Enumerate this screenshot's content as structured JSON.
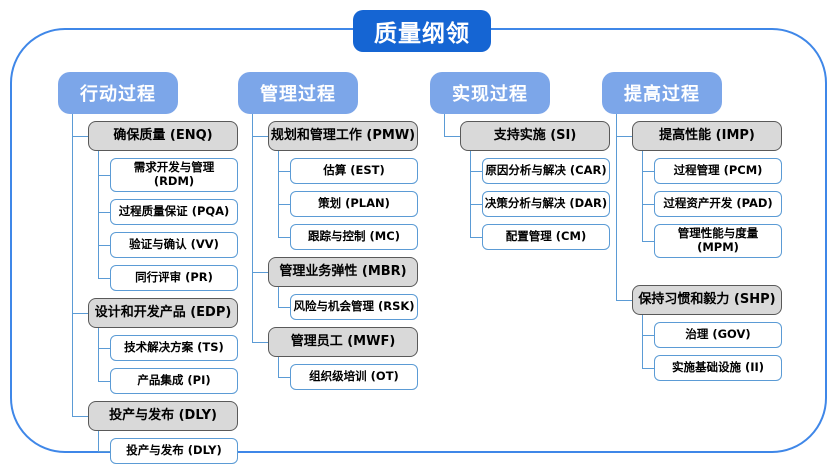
{
  "title": "质量纲领",
  "colors": {
    "title_bg": "#1565d3",
    "header_bg": "#7ca6e9",
    "gray_fill": "#d9d9d9",
    "gray_border": "#595959",
    "leaf_border": "#5b9bd5",
    "line": "#5b9bd5",
    "frame_border": "#3f87e8"
  },
  "columns": [
    {
      "header": "行动过程",
      "groups": [
        {
          "label": "确保质量 (ENQ)",
          "children": [
            "需求开发与管理 (RDM)",
            "过程质量保证 (PQA)",
            "验证与确认 (VV)",
            "同行评审 (PR)"
          ]
        },
        {
          "label": "设计和开发产品 (EDP)",
          "children": [
            "技术解决方案 (TS)",
            "产品集成 (PI)"
          ]
        },
        {
          "label": "投产与发布 (DLY)",
          "children": [
            "投产与发布 (DLY)"
          ]
        }
      ]
    },
    {
      "header": "管理过程",
      "groups": [
        {
          "label": "规划和管理工作 (PMW)",
          "children": [
            "估算 (EST)",
            "策划 (PLAN)",
            "跟踪与控制 (MC)"
          ]
        },
        {
          "label": "管理业务弹性 (MBR)",
          "children": [
            "风险与机会管理 (RSK)"
          ]
        },
        {
          "label": "管理员工 (MWF)",
          "children": [
            "组织级培训 (OT)"
          ]
        }
      ]
    },
    {
      "header": "实现过程",
      "groups": [
        {
          "label": "支持实施 (SI)",
          "children": [
            "原因分析与解决 (CAR)",
            "决策分析与解决 (DAR)",
            "配置管理 (CM)"
          ]
        }
      ]
    },
    {
      "header": "提高过程",
      "groups": [
        {
          "label": "提高性能 (IMP)",
          "children": [
            "过程管理 (PCM)",
            "过程资产开发 (PAD)",
            "管理性能与度量\n(MPM)"
          ]
        },
        {
          "label": "保持习惯和毅力 (SHP)",
          "children": [
            "治理 (GOV)",
            "实施基础设施 (II)"
          ]
        }
      ]
    }
  ]
}
